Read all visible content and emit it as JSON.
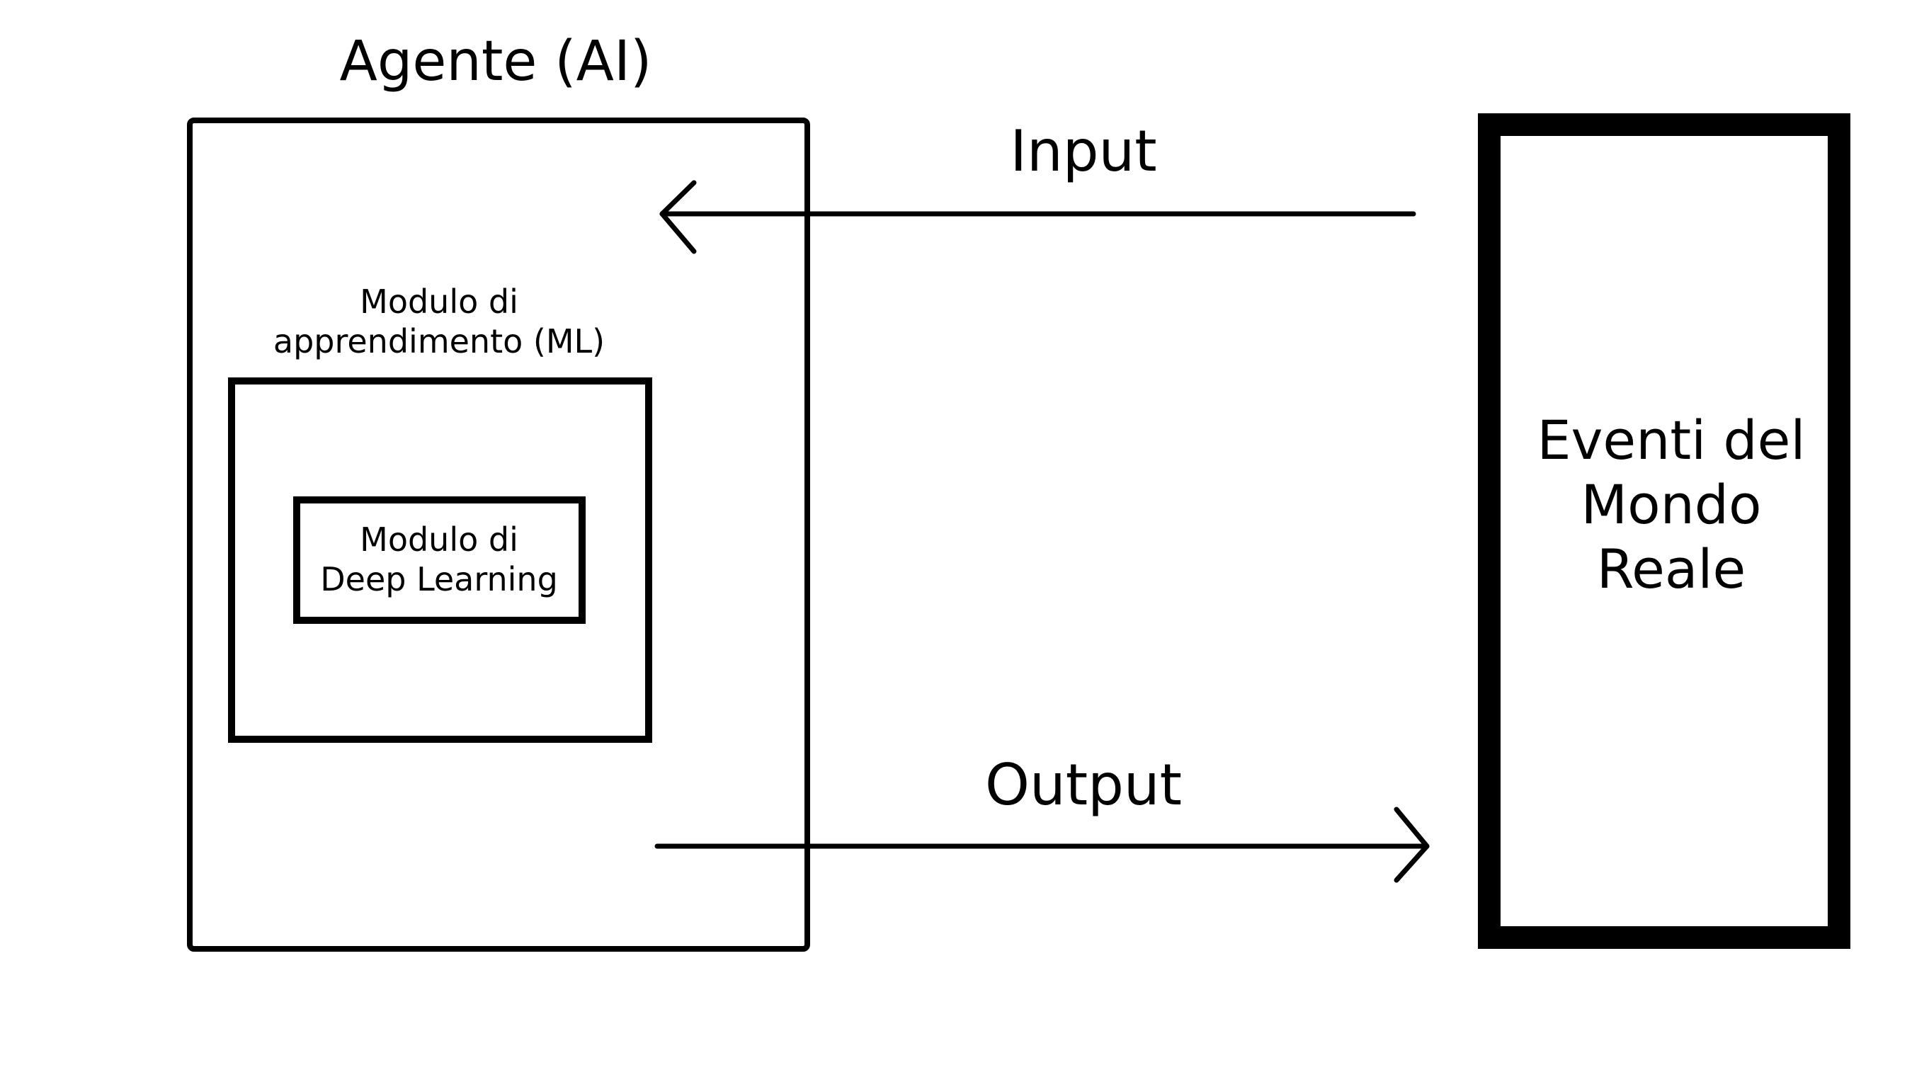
{
  "agent": {
    "title": "Agente (AI)"
  },
  "ml_module": {
    "label": "Modulo di\napprendimento (ML)"
  },
  "dl_module": {
    "label": "Modulo di\nDeep Learning"
  },
  "world": {
    "label": "Eventi del\nMondo\nReale"
  },
  "arrows": {
    "input_label": "Input",
    "output_label": "Output"
  },
  "colors": {
    "stroke": "#000000",
    "background": "#ffffff"
  }
}
